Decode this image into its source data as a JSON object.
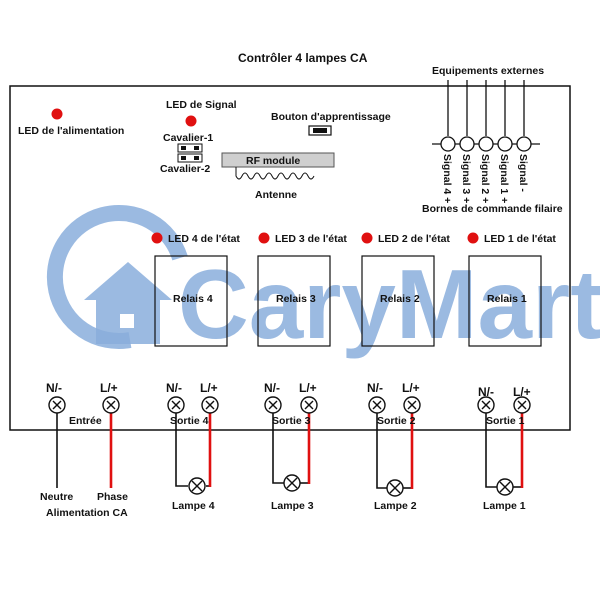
{
  "title": "Contrôler 4 lampes CA",
  "led_power_label": "LED de l'alimentation",
  "led_signal_label": "LED de Signal",
  "jumper1_label": "Cavalier-1",
  "jumper2_label": "Cavalier-2",
  "learn_button_label": "Bouton d'apprentissage",
  "rf_module_label": "RF module",
  "antenna_label": "Antenne",
  "external_equipment_label": "Equipements externes",
  "wired_terminals_label": "Bornes de commande filaire",
  "signal_labels": [
    "Signal 4 +",
    "Signal 3 +",
    "Signal 2 +",
    "Signal 1 +",
    "Signal -"
  ],
  "status_leds": [
    "LED 4 de l'état",
    "LED 3 de l'état",
    "LED 2 de l'état",
    "LED 1 de l'état"
  ],
  "relays": [
    "Relais 4",
    "Relais 3",
    "Relais 2",
    "Relais 1"
  ],
  "terminal_n": "N/-",
  "terminal_l": "L/+",
  "input_label": "Entrée",
  "outputs": [
    "Sortie 4",
    "Sortie 3",
    "Sortie 2",
    "Sortie 1"
  ],
  "lamps": [
    "Lampe 4",
    "Lampe 3",
    "Lampe 2",
    "Lampe 1"
  ],
  "neutral_label": "Neutre",
  "phase_label": "Phase",
  "supply_label": "Alimentation CA",
  "watermark": "CaryMart",
  "colors": {
    "led": "#e01010",
    "phase_wire": "#e01010",
    "watermark": "#8aaedc",
    "rf_module": "#cfcfcf"
  }
}
